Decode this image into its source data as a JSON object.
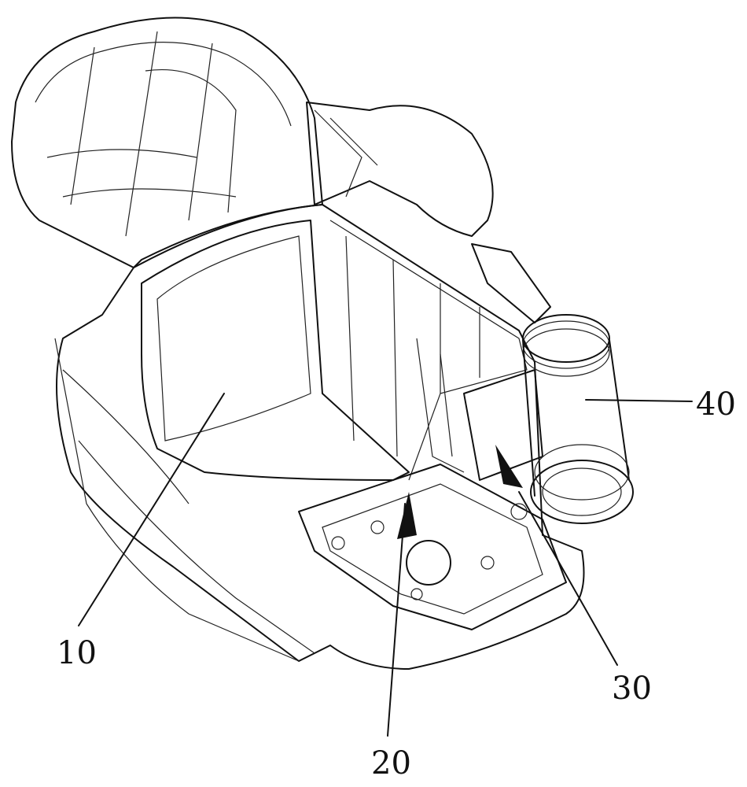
{
  "figure": {
    "labels": [
      {
        "id": "label-10",
        "text": "10"
      },
      {
        "id": "label-20",
        "text": "20"
      },
      {
        "id": "label-30",
        "text": "30"
      },
      {
        "id": "label-40",
        "text": "40"
      }
    ]
  }
}
